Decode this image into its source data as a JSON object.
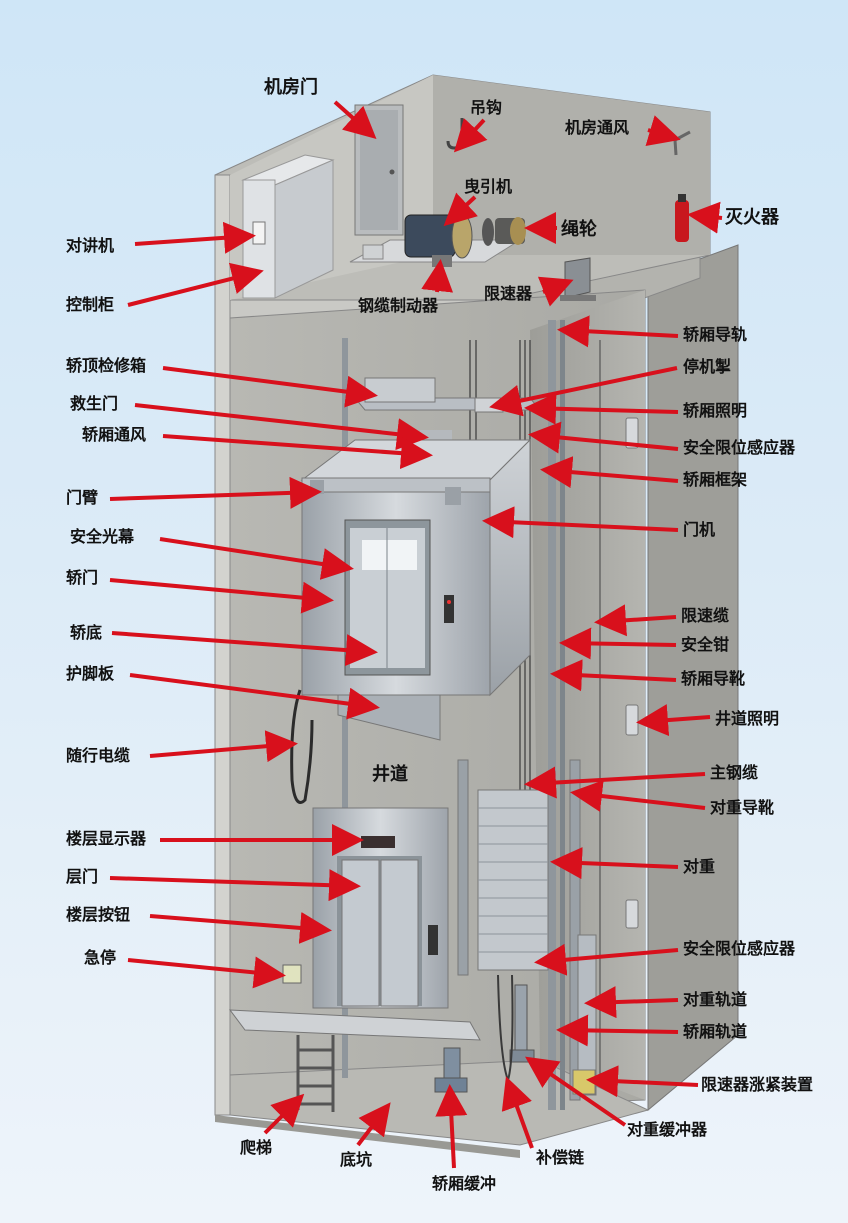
{
  "labels": {
    "machine_room_door": "机房门",
    "hook": "吊钩",
    "machine_room_vent": "机房通风",
    "traction_machine": "曳引机",
    "sheave": "绳轮",
    "extinguisher": "灭火器",
    "intercom": "对讲机",
    "control_cabinet": "控制柜",
    "rope_brake": "钢缆制动器",
    "speed_governor": "限速器",
    "car_guide_rail": "轿厢导轨",
    "car_top_box": "轿顶检修箱",
    "stop_switch": "停机掣",
    "rescue_door": "救生门",
    "car_lighting": "轿厢照明",
    "car_vent": "轿厢通风",
    "limit_sensor_top": "安全限位感应器",
    "car_frame": "轿厢框架",
    "door_arm": "门臂",
    "door_operator": "门机",
    "light_curtain": "安全光幕",
    "car_door": "轿门",
    "governor_rope": "限速缆",
    "safety_gear": "安全钳",
    "car_floor": "轿底",
    "car_guide_shoe": "轿厢导靴",
    "toe_guard": "护脚板",
    "shaft_lighting": "井道照明",
    "travel_cable": "随行电缆",
    "hoistway": "井道",
    "main_rope": "主钢缆",
    "cw_guide_shoe": "对重导靴",
    "floor_indicator": "楼层显示器",
    "landing_door": "层门",
    "counterweight": "对重",
    "floor_buttons": "楼层按钮",
    "limit_sensor_bottom": "安全限位感应器",
    "emergency_stop": "急停",
    "cw_rail": "对重轨道",
    "car_rail": "轿厢轨道",
    "tension_device": "限速器涨紧装置",
    "cw_buffer": "对重缓冲器",
    "ladder": "爬梯",
    "pit": "底坑",
    "comp_chain": "补偿链",
    "car_buffer": "轿厢缓冲"
  },
  "colors": {
    "arrow": "#d8101c",
    "concrete": "#c4c4c0",
    "steel": "#b9bfc6",
    "background": "#d6e9f7"
  }
}
